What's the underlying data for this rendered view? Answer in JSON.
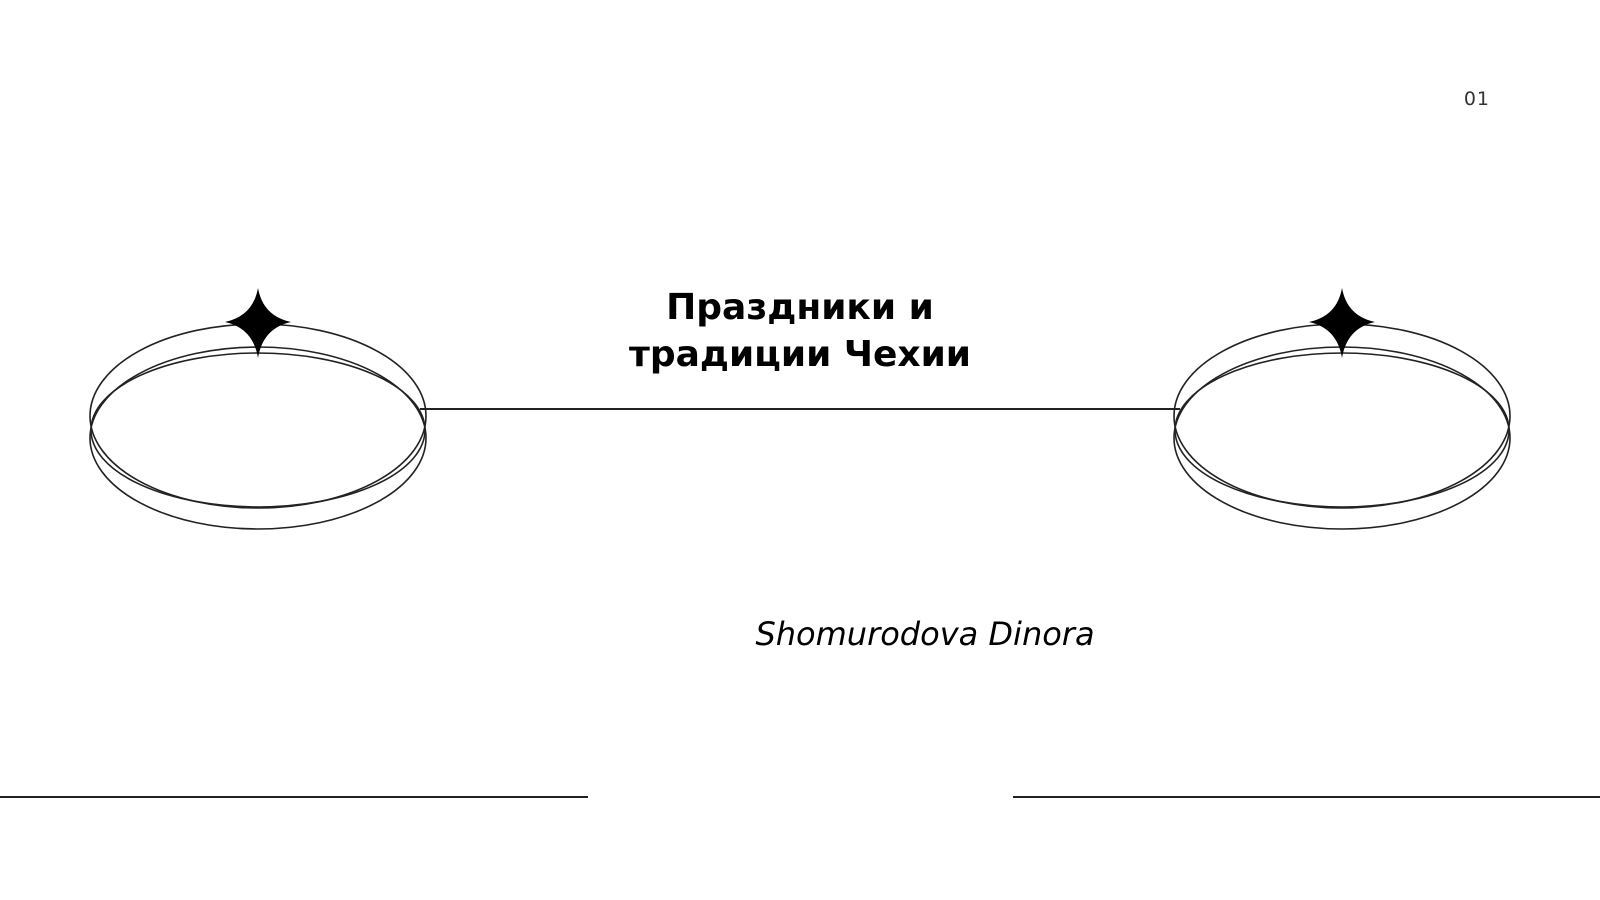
{
  "slide": {
    "page_number": "01",
    "title_line_1": "Праздники и",
    "title_line_2": "традиции Чехии",
    "author": "Shomurodova Dinora"
  },
  "decor": {
    "left_icon": "ring-with-sparkle-icon",
    "right_icon": "ring-with-sparkle-icon",
    "line_color": "#222222",
    "star_color": "#000000"
  }
}
